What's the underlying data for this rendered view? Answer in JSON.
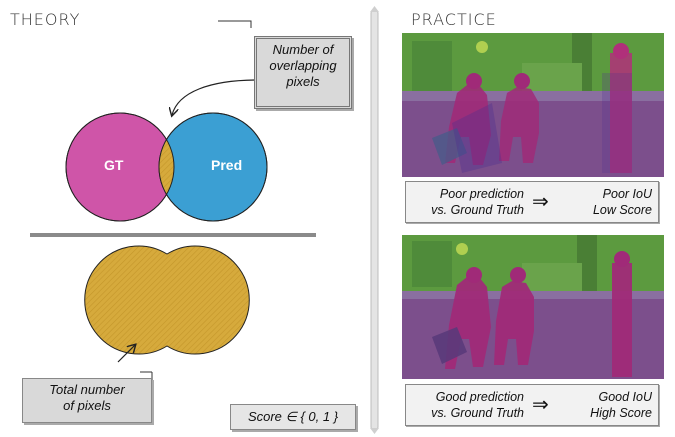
{
  "left": {
    "heading": "THEORY",
    "overlap_box": {
      "line1": "Number of",
      "line2": "overlapping",
      "line3": "pixels"
    },
    "venn": {
      "gt_label": "GT",
      "pred_label": "Pred"
    },
    "total_box": {
      "line1": "Total number",
      "line2": "of pixels"
    },
    "score_box": "Score ∈ { 0, 1 }"
  },
  "right": {
    "heading": "PRACTICE",
    "poor": {
      "left_line1": "Poor prediction",
      "left_line2": "vs. Ground Truth",
      "arrow": "⇒",
      "right_line1": "Poor IoU",
      "right_line2": "Low Score"
    },
    "good": {
      "left_line1": "Good prediction",
      "left_line2": "vs. Ground Truth",
      "arrow": "⇒",
      "right_line1": "Good IoU",
      "right_line2": "High Score"
    }
  },
  "colors": {
    "gt": "#cf55a8",
    "pred": "#3b9fd3",
    "union": "#d6aa3c",
    "segmentation_ground": "#7c4f8c",
    "segmentation_vegetation": "#5c9a3f",
    "person": "#a02a78"
  }
}
